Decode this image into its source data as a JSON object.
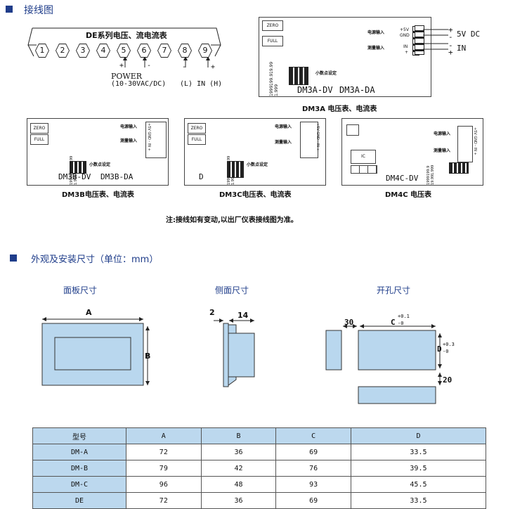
{
  "section1": {
    "title": "接线图"
  },
  "de_series": {
    "title": "DE系列电压、流电流表",
    "terminals": [
      "1",
      "2",
      "3",
      "4",
      "5",
      "6",
      "7",
      "8",
      "9"
    ],
    "power_label": "POWER",
    "power_range": "(10-30VAC/DC)",
    "in_label": "(L) IN (H)",
    "plus1": "+",
    "minus1": "-",
    "minus2": "-",
    "plus2": "+"
  },
  "dm3a": {
    "zero": "ZERO",
    "full": "FULL",
    "power_in": "电源输入",
    "measure_in": "测量输入",
    "pin_plus5v": "+5V",
    "pin_gnd": "GND",
    "pin_in_minus": "IN",
    "pin_in_plus": "+",
    "ext_5v": "5V DC",
    "ext_in": "IN",
    "ext_plus1": "+",
    "ext_minus1": "-",
    "ext_minus2": "-",
    "ext_plus2": "+",
    "decimal_setting": "小数点设定",
    "dp_labels": [
      "1999",
      "199.9",
      "19.99",
      "1.999"
    ],
    "model_dv": "DM3A-DV",
    "model_da": "DM3A-DA",
    "caption": "DM3A 电压表、电流表"
  },
  "dm3b": {
    "zero": "ZERO",
    "full": "FULL",
    "power_in": "电源输入",
    "measure_in": "测量输入",
    "pin_labels": "+5V GND - IN +",
    "decimal_setting": "小数点设定",
    "dp_labels": [
      "1999",
      "199.9",
      "19.99",
      "1.999"
    ],
    "model_dv": "DM3B-DV",
    "model_da": "DM3B-DA",
    "caption": "DM3B电压表、电流表"
  },
  "dm3c": {
    "zero": "ZERO",
    "full": "FULL",
    "power_in": "电源输入",
    "measure_in": "测量输入",
    "pin_labels": "+5V GND - IN +",
    "decimal_setting": "小数点设定",
    "dp_labels": [
      "1999",
      "199.9",
      "19.99",
      "1.999"
    ],
    "model_d": "D",
    "caption": "DM3C电压表、电流表"
  },
  "dm4c": {
    "power_in": "电源输入",
    "measure_in": "测量输入",
    "pin_labels": "+5V GND - IN +",
    "dp_labels": [
      "1999",
      "199.9",
      "19.99",
      "1.999"
    ],
    "chip_label": "IC",
    "model": "DM4C-DV",
    "caption": "DM4C 电压表"
  },
  "note": "注:接线如有变动,以出厂仪表接线图为准。",
  "section2": {
    "title": "外观及安装尺寸（单位：mm）"
  },
  "panel": {
    "title": "面板尺寸",
    "a": "A",
    "b": "B"
  },
  "side": {
    "title": "侧面尺寸",
    "dim2": "2",
    "dim14": "14"
  },
  "cutout": {
    "title": "开孔尺寸",
    "dim30": "30",
    "c": "C",
    "c_tol_top": "+0.1",
    "c_tol_bot": "-0",
    "d": "D",
    "d_tol_top": "+0.3",
    "d_tol_bot": "-0",
    "dim20": "20"
  },
  "table": {
    "headers": [
      "型号",
      "A",
      "B",
      "C",
      "D"
    ],
    "rows": [
      [
        "DM-A",
        "72",
        "36",
        "69",
        "33.5"
      ],
      [
        "DM-B",
        "79",
        "42",
        "76",
        "39.5"
      ],
      [
        "DM-C",
        "96",
        "48",
        "93",
        "45.5"
      ],
      [
        "DE",
        "72",
        "36",
        "69",
        "33.5"
      ]
    ]
  },
  "colors": {
    "accent": "#1f3d8a",
    "panel_fill": "#b9d7ee",
    "table_header": "#bcd8ee"
  }
}
